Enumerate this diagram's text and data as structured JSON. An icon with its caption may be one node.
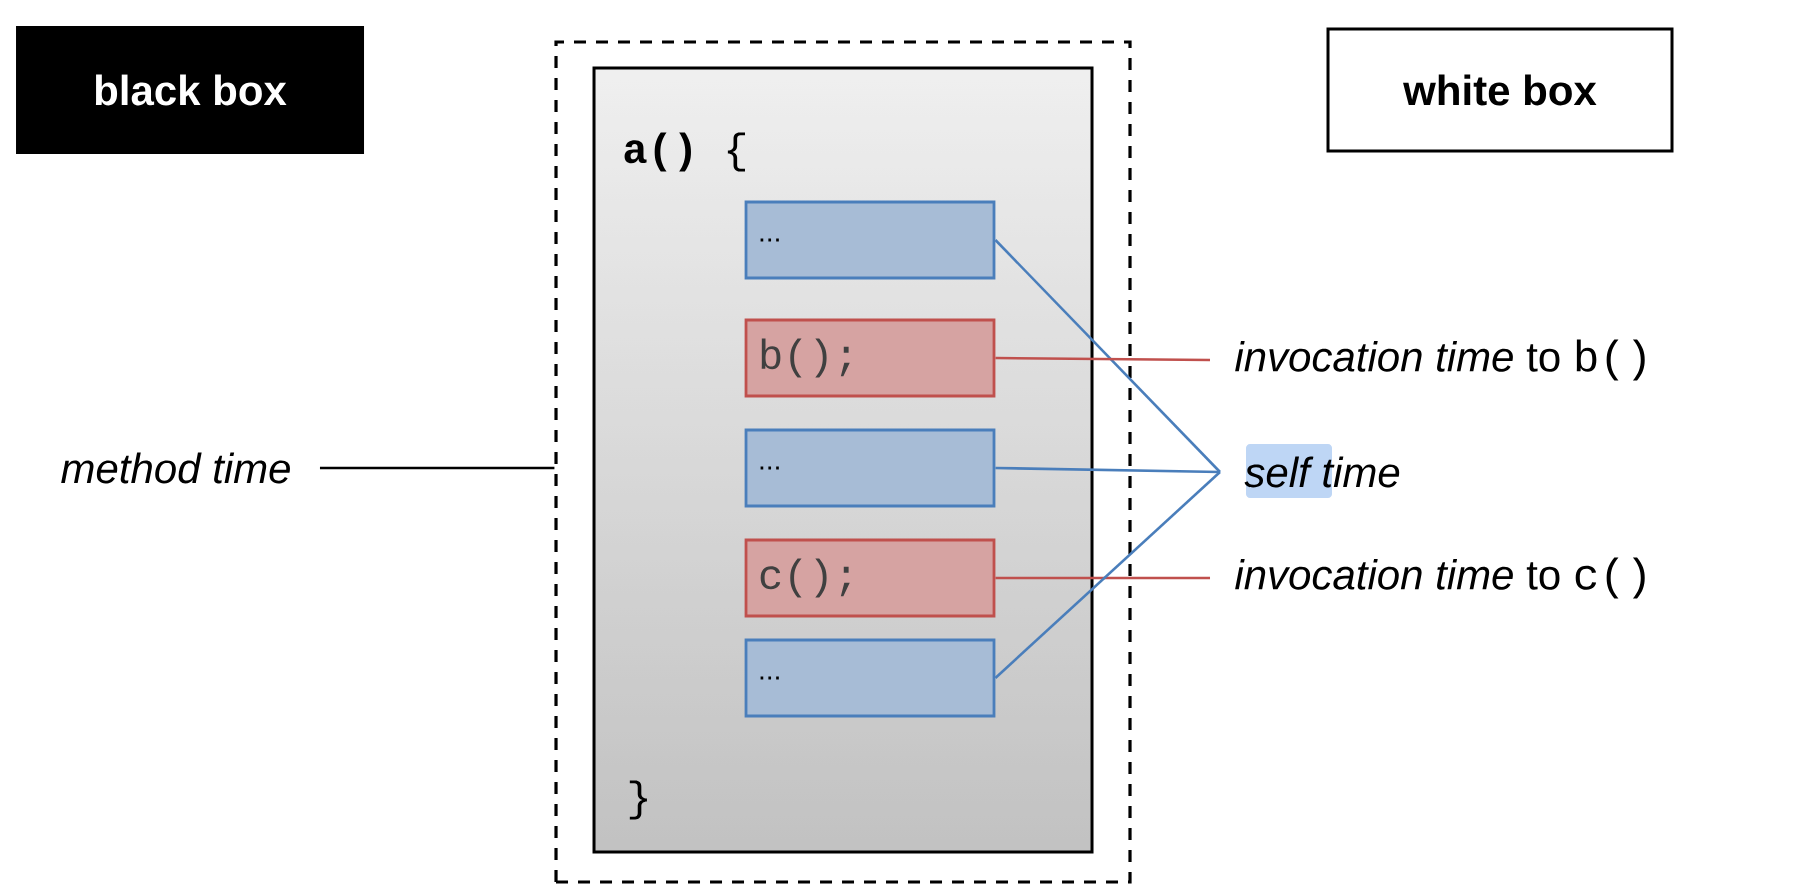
{
  "diagram": {
    "nodes": [
      {
        "text": [
          "black box"
        ]
      },
      {
        "text": [
          "white box"
        ]
      },
      {
        "text": [],
        "shape": "box"
      },
      {
        "text": [
          "**a()** {",
          "}"
        ],
        "in": 2
      },
      {
        "text": [
          "..."
        ],
        "in": 3
      },
      {
        "text": [
          "b();"
        ],
        "in": 3
      },
      {
        "text": [
          "..."
        ],
        "in": 3
      },
      {
        "text": [
          "c();"
        ],
        "in": 3
      },
      {
        "text": [
          "..."
        ],
        "in": 3
      },
      {
        "text": [
          "method time"
        ]
      },
      {
        "text": [
          "invocation time",
          "to",
          "b()"
        ]
      },
      {
        "text": [
          "self time"
        ]
      },
      {
        "text": [
          "invocation time",
          "to",
          "c()"
        ]
      }
    ],
    "edges": [
      {
        "from": 9,
        "to": 2,
        "arrow": "none",
        "color": "#000000"
      },
      {
        "from": 4,
        "to": 11,
        "arrow": "none",
        "color": "#4a7ebb"
      },
      {
        "from": 5,
        "to": 10,
        "arrow": "none",
        "color": "#c0504d"
      },
      {
        "from": 6,
        "to": 11,
        "arrow": "none",
        "color": "#4a7ebb"
      },
      {
        "from": 7,
        "to": 12,
        "arrow": "none",
        "color": "#c0504d"
      },
      {
        "from": 8,
        "to": 11,
        "arrow": "none",
        "color": "#4a7ebb"
      }
    ]
  }
}
